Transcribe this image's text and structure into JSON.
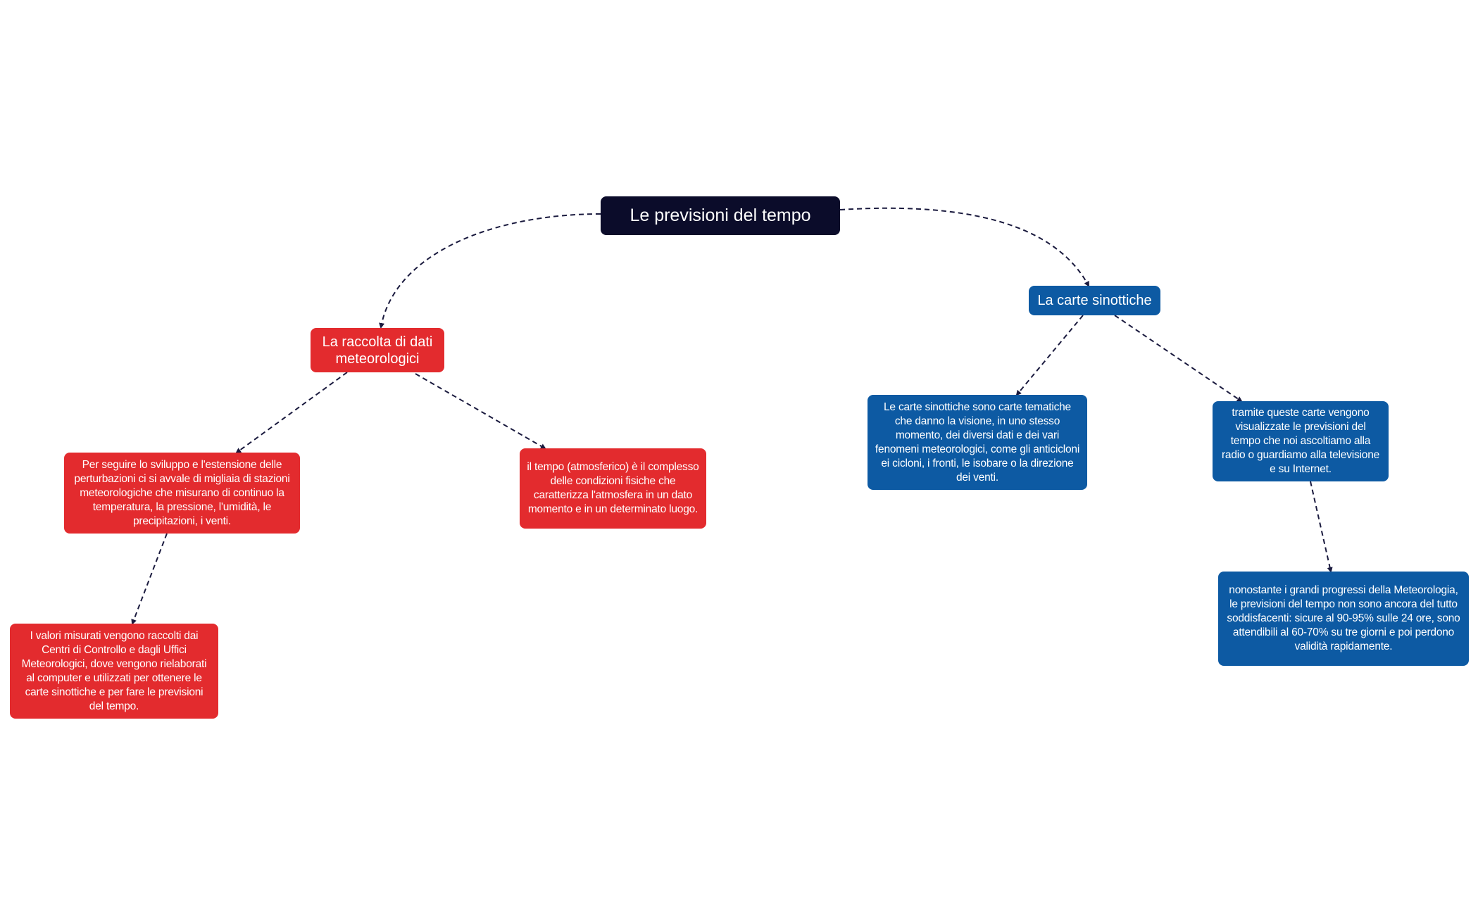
{
  "colors": {
    "root_fill": "#0b0c2a",
    "red_fill": "#e32b2e",
    "blue_fill": "#0d5aa3",
    "connector": "#1a1a3e"
  },
  "root": {
    "label": "Le previsioni del tempo"
  },
  "left_branch": {
    "label": "La raccolta di dati meteorologici",
    "child_a": {
      "text": "Per seguire lo sviluppo e l'estensione delle perturbazioni ci si avvale di migliaia di stazioni meteorologiche che misurano di continuo la temperatura, la pressione, l'umidità, le precipitazioni, i venti."
    },
    "child_a_sub": {
      "text": "I valori misurati vengono raccolti dai Centri di Controllo e dagli Uffici Meteorologici, dove vengono rielaborati al computer e utilizzati per ottenere le carte sinottiche e per fare le previsioni del tempo."
    },
    "child_b": {
      "text": "il tempo (atmosferico) è il complesso delle condizioni fisiche che caratterizza l'atmosfera in un dato momento e in un determinato luogo."
    }
  },
  "right_branch": {
    "label": "La carte sinottiche",
    "child_a": {
      "text": "Le carte sinottiche sono carte tematiche che danno la visione, in uno stesso momento, dei diversi dati e dei vari fenomeni meteorologici, come gli anticicloni ei cicloni, i fronti, le isobare o la direzione dei venti."
    },
    "child_b": {
      "text": "tramite queste carte vengono visualizzate le previsioni del tempo che noi ascoltiamo alla radio o guardiamo alla televisione e su Internet."
    },
    "child_b_sub": {
      "text": "nonostante i grandi progressi della Meteorologia, le previsioni del tempo non sono ancora del tutto soddisfacenti: sicure al 90-95% sulle 24 ore, sono attendibili al 60-70% su tre giorni e poi perdono validità rapidamente."
    }
  }
}
